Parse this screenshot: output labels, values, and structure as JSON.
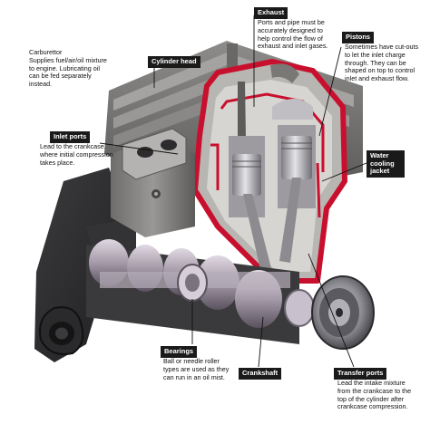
{
  "labels": {
    "carburettor": {
      "text": "Carburettor\nSupplies fuel/air/oil mixture to engine. Lubricating oil can be fed separately instead."
    },
    "cylinder_head": {
      "title": "Cylinder head"
    },
    "exhaust": {
      "title": "Exhaust",
      "text": "Ports and pipe must be accurately designed to help control the flow of exhaust and inlet gases."
    },
    "pistons": {
      "title": "Pistons",
      "text": "Sometimes have cut-outs to let the inlet charge through. They can be shaped on top to control inlet and exhaust flow."
    },
    "inlet_ports": {
      "title": "Inlet ports",
      "text": "Lead to the crankcase, where initial compression takes place."
    },
    "water_jacket": {
      "title": "Water cooling jacket"
    },
    "bearings": {
      "title": "Bearings",
      "text": "Ball or needle roller types are used as they can run in an oil mist."
    },
    "crankshaft": {
      "title": "Crankshaft"
    },
    "transfer_ports": {
      "title": "Transfer ports",
      "text": "Lead the intake mixture from the crankcase to the top of the cylinder after crankcase compression."
    }
  },
  "colors": {
    "label_bg": "#1a1a1a",
    "cutaway_red": "#c8102e",
    "metal_light": "#c9c9cc",
    "metal_mid": "#8f8f94",
    "metal_dark": "#4a4a4f",
    "casing_dark": "#2b2b2e"
  }
}
